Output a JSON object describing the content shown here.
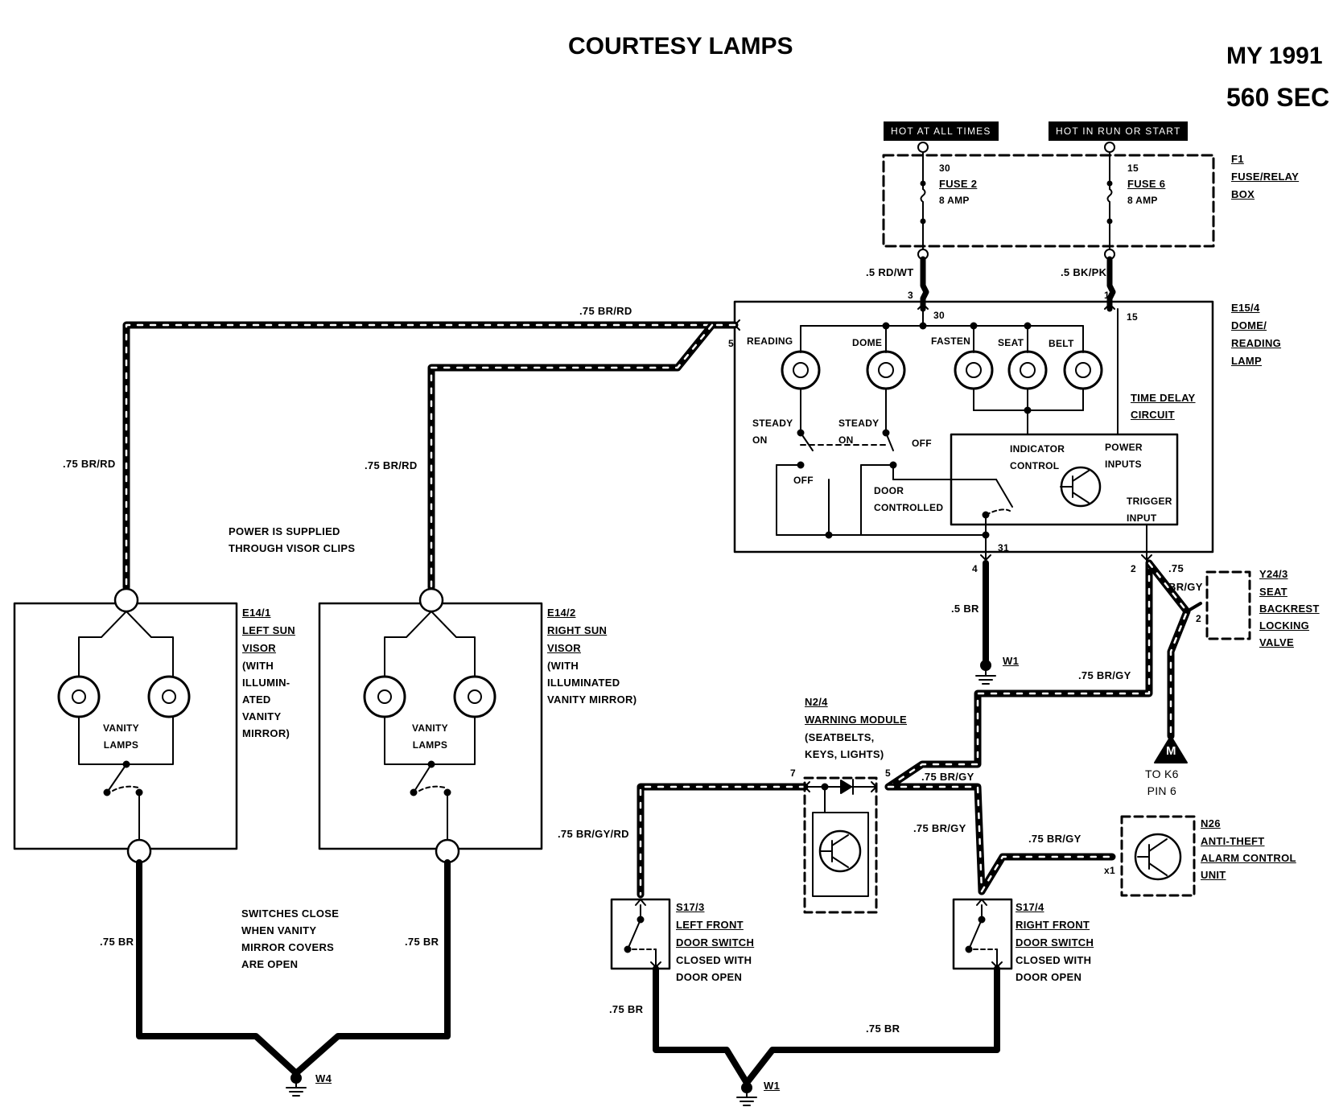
{
  "title": "COURTESY LAMPS",
  "model_year": "MY 1991",
  "model": "560 SEC",
  "power_tags": {
    "hot_at_all_times": "HOT AT ALL TIMES",
    "hot_in_run_or_start": "HOT IN RUN OR START"
  },
  "fuse_box": {
    "ref": "F1",
    "name_line1": "FUSE/RELAY",
    "name_line2": "BOX",
    "fuse2_terminal": "30",
    "fuse2_name": "FUSE 2",
    "fuse2_rating": "8 AMP",
    "fuse6_terminal": "15",
    "fuse6_name": "FUSE 6",
    "fuse6_rating": "8 AMP"
  },
  "dome_lamp": {
    "ref": "E15/4",
    "name_line1": "DOME/",
    "name_line2": "READING",
    "name_line3": "LAMP",
    "reading": "READING",
    "dome": "DOME",
    "fasten": "FASTEN",
    "seat": "SEAT",
    "belt": "BELT",
    "steady_on_1": "STEADY\nON",
    "steady_on_2": "STEADY\nON",
    "off_1": "OFF",
    "off_2": "OFF",
    "door_controlled": "DOOR\nCONTROLLED",
    "time_delay": "TIME DELAY\nCIRCUIT",
    "indicator_control": "INDICATOR\nCONTROL",
    "power_inputs": "POWER\nINPUTS",
    "trigger_input": "TRIGGER\nINPUT",
    "terminal_30": "30",
    "terminal_15": "15",
    "terminal_31": "31",
    "pin_1": "1",
    "pin_2": "2",
    "pin_3": "3",
    "pin_4": "4",
    "pin_5": "5"
  },
  "left_visor": {
    "ref": "E14/1",
    "name_line1": "LEFT SUN",
    "name_line2": "VISOR",
    "desc": "(WITH\nILLUMIN-\nATED\nVANITY\nMIRROR)",
    "vanity_lamps": "VANITY\nLAMPS"
  },
  "right_visor": {
    "ref": "E14/2",
    "name_line1": "RIGHT SUN",
    "name_line2": "VISOR",
    "desc": "(WITH\nILLUMINATED\nVANITY MIRROR)",
    "vanity_lamps": "VANITY\nLAMPS"
  },
  "notes": {
    "visor_power": "POWER IS SUPPLIED\nTHROUGH VISOR CLIPS",
    "switches_close": "SWITCHES CLOSE\nWHEN VANITY\nMIRROR COVERS\nARE OPEN"
  },
  "warning_module": {
    "ref": "N2/4",
    "name": "WARNING MODULE",
    "desc": "(SEATBELTS,\nKEYS, LIGHTS)",
    "pin_7": "7",
    "pin_5": "5"
  },
  "seat_valve": {
    "ref": "Y24/3",
    "name": "SEAT\nBACKREST\nLOCKING\nVALVE",
    "pin": "2",
    "connector": "M",
    "to": "TO K6\nPIN 6"
  },
  "alarm_unit": {
    "ref": "N26",
    "name": "ANTI-THEFT\nALARM CONTROL\nUNIT",
    "pin": "x1"
  },
  "left_door_switch": {
    "ref": "S17/3",
    "name_line1": "LEFT FRONT",
    "name_line2": "DOOR SWITCH",
    "desc": "CLOSED WITH\nDOOR OPEN"
  },
  "right_door_switch": {
    "ref": "S17/4",
    "name_line1": "RIGHT FRONT",
    "name_line2": "DOOR SWITCH",
    "desc": "CLOSED WITH\nDOOR OPEN"
  },
  "grounds": {
    "w1_a": "W1",
    "w1_b": "W1",
    "w4": "W4"
  },
  "wires": {
    "rd_wt": ".5 RD/WT",
    "bk_pk": ".5 BK/PK",
    "br_rd_top": ".75 BR/RD",
    "br_rd_left": ".75 BR/RD",
    "br_rd_right": ".75 BR/RD",
    "br_05": ".5 BR",
    "br_gy_075_top": ".75",
    "br_gy_top": "BR/GY",
    "br_gy_mid": ".75 BR/GY",
    "br_gy_wm": ".75 BR/GY",
    "br_gy_rdoor": ".75 BR/GY",
    "br_gy_alarm": ".75 BR/GY",
    "br_gy_rd": ".75 BR/GY/RD",
    "br_lvisor": ".75 BR",
    "br_rvisor": ".75 BR",
    "br_ldoor": ".75 BR",
    "br_bottom": ".75 BR"
  },
  "colors": {
    "ink": "#000000",
    "paper": "#ffffff"
  }
}
